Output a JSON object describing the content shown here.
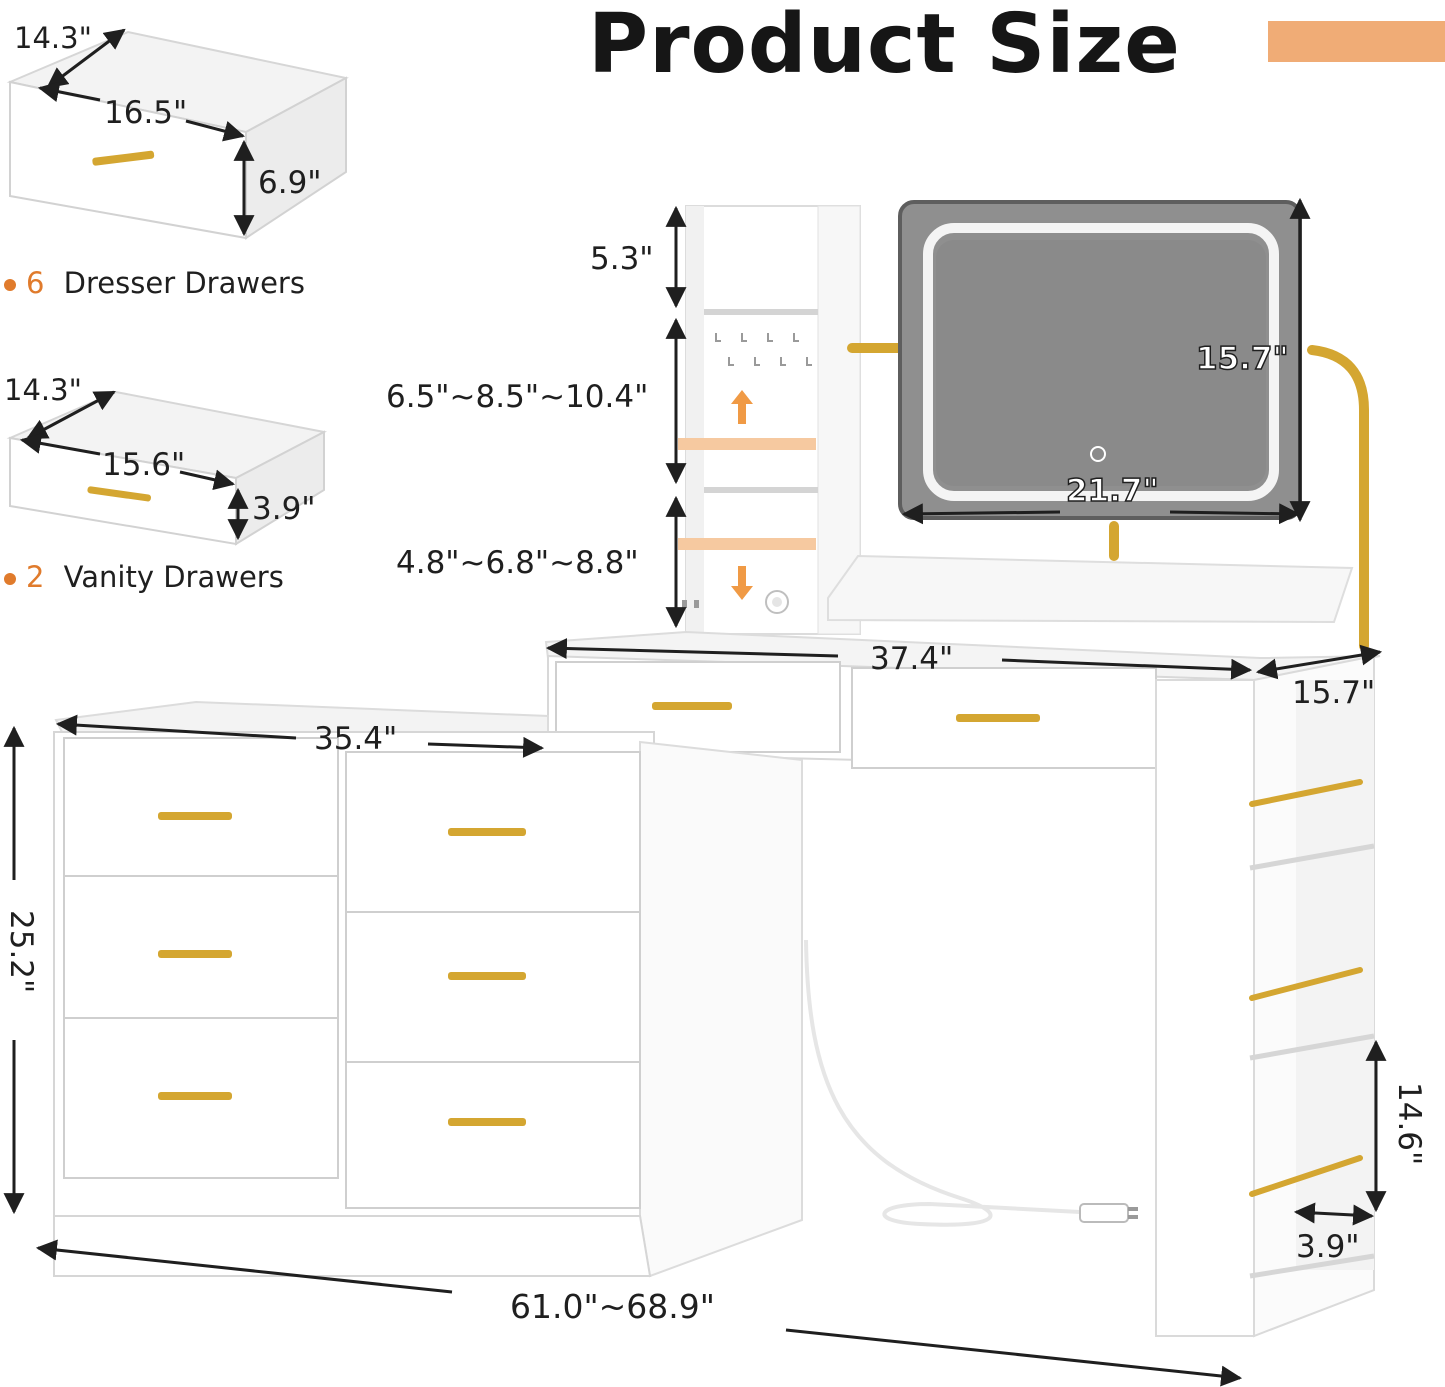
{
  "title": "Product Size",
  "colors": {
    "accent": "#f0ac76",
    "orange_text": "#e07b2c",
    "gold": "#d4a631",
    "line": "#1f1f1f",
    "furniture": "#ffffff",
    "mirror": "#8f8f8f",
    "mirror_frame": "#5e5e5e",
    "shelf_glow": "#f6c9a0"
  },
  "legend": [
    {
      "count": "6",
      "text": "Dresser Drawers"
    },
    {
      "count": "2",
      "text": "Vanity Drawers"
    }
  ],
  "dresser_drawer_dims": {
    "depth": "14.3\"",
    "width": "16.5\"",
    "height": "6.9\""
  },
  "vanity_drawer_dims": {
    "depth": "14.3\"",
    "width": "15.6\"",
    "height": "3.9\""
  },
  "dimensions": {
    "hutch_top": "5.3\"",
    "hutch_middle": "6.5\"~8.5\"~10.4\"",
    "hutch_bottom": "4.8\"~6.8\"~8.8\"",
    "mirror_height": "15.7\"",
    "mirror_width": "21.7\"",
    "desk_width": "37.4\"",
    "desk_depth": "15.7\"",
    "dresser_width": "35.4\"",
    "dresser_height": "25.2\"",
    "side_shelf_height": "14.6\"",
    "side_shelf_depth": "3.9\"",
    "total_width": "61.0\"~68.9\""
  },
  "icons": [
    "arrow-up-icon",
    "arrow-down-icon",
    "touch-sensor-icon",
    "power-plug-icon"
  ]
}
